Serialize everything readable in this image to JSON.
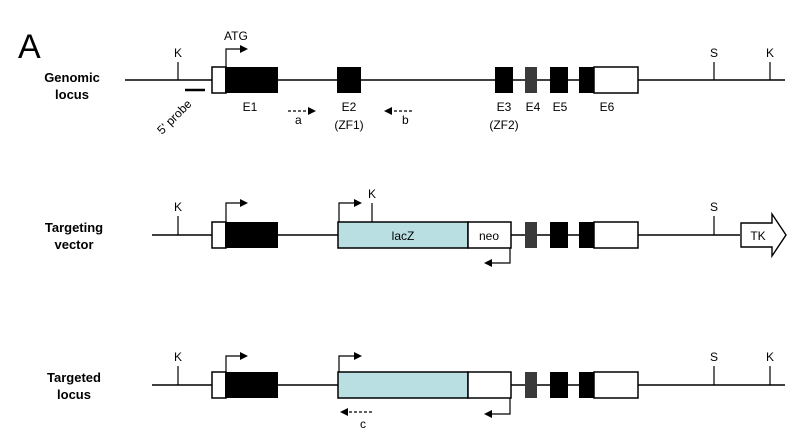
{
  "panel_label": "A",
  "rows": {
    "genomic": {
      "label_line1": "Genomic",
      "label_line2": "locus"
    },
    "targeting": {
      "label_line1": "Targeting",
      "label_line2": "vector"
    },
    "targeted": {
      "label_line1": "Targeted",
      "label_line2": "locus"
    }
  },
  "sites": {
    "k": "K",
    "s": "S"
  },
  "start_codon": "ATG",
  "probe": "5' probe",
  "exons": {
    "e1": "E1",
    "e2": "E2",
    "e2_sub": "(ZF1)",
    "e3": "E3",
    "e3_sub": "(ZF2)",
    "e4": "E4",
    "e5": "E5",
    "e6": "E6"
  },
  "primers": {
    "a": "a",
    "b": "b",
    "c": "c"
  },
  "cassette": {
    "lacz": "lacZ",
    "neo": "neo",
    "tk": "TK"
  },
  "colors": {
    "lacz_fill": "#b9dfe3",
    "exon_dark": "#3a3a3a"
  }
}
